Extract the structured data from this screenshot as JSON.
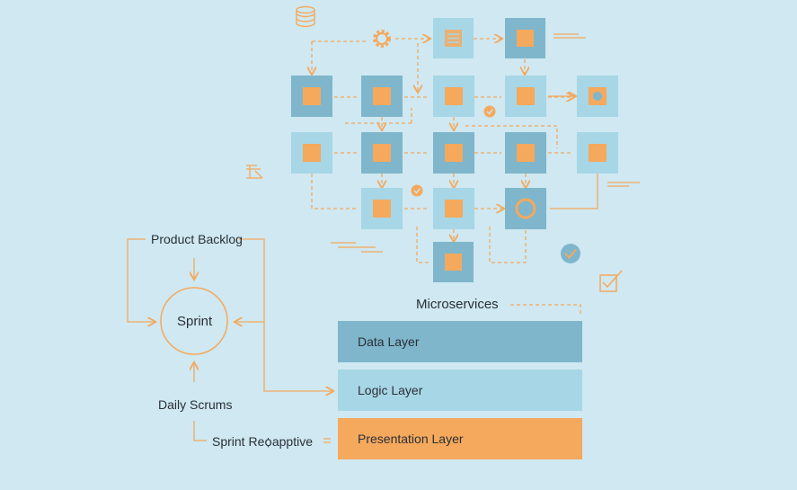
{
  "colors": {
    "background": "#cfe8f1",
    "dark_tile": "#7fb6cb",
    "light_tile": "#a7d6e6",
    "accent": "#f4a95d",
    "connector": "#f4a95d",
    "presentation": "#f4a95d"
  },
  "icons": [
    "database-icon",
    "gear-icon",
    "check-icon",
    "document-check-icon",
    "chart-note-icon"
  ],
  "agile": {
    "product_backlog": "Product Backlog",
    "sprint": "Sprint",
    "daily_scrums": "Daily Scrums",
    "sprint_retrospective": "Sprint Reꟁapptive"
  },
  "architecture": {
    "title": "Microservices",
    "layers": [
      "Data Layer",
      "Logic Layer",
      "Presentation Layer"
    ]
  }
}
